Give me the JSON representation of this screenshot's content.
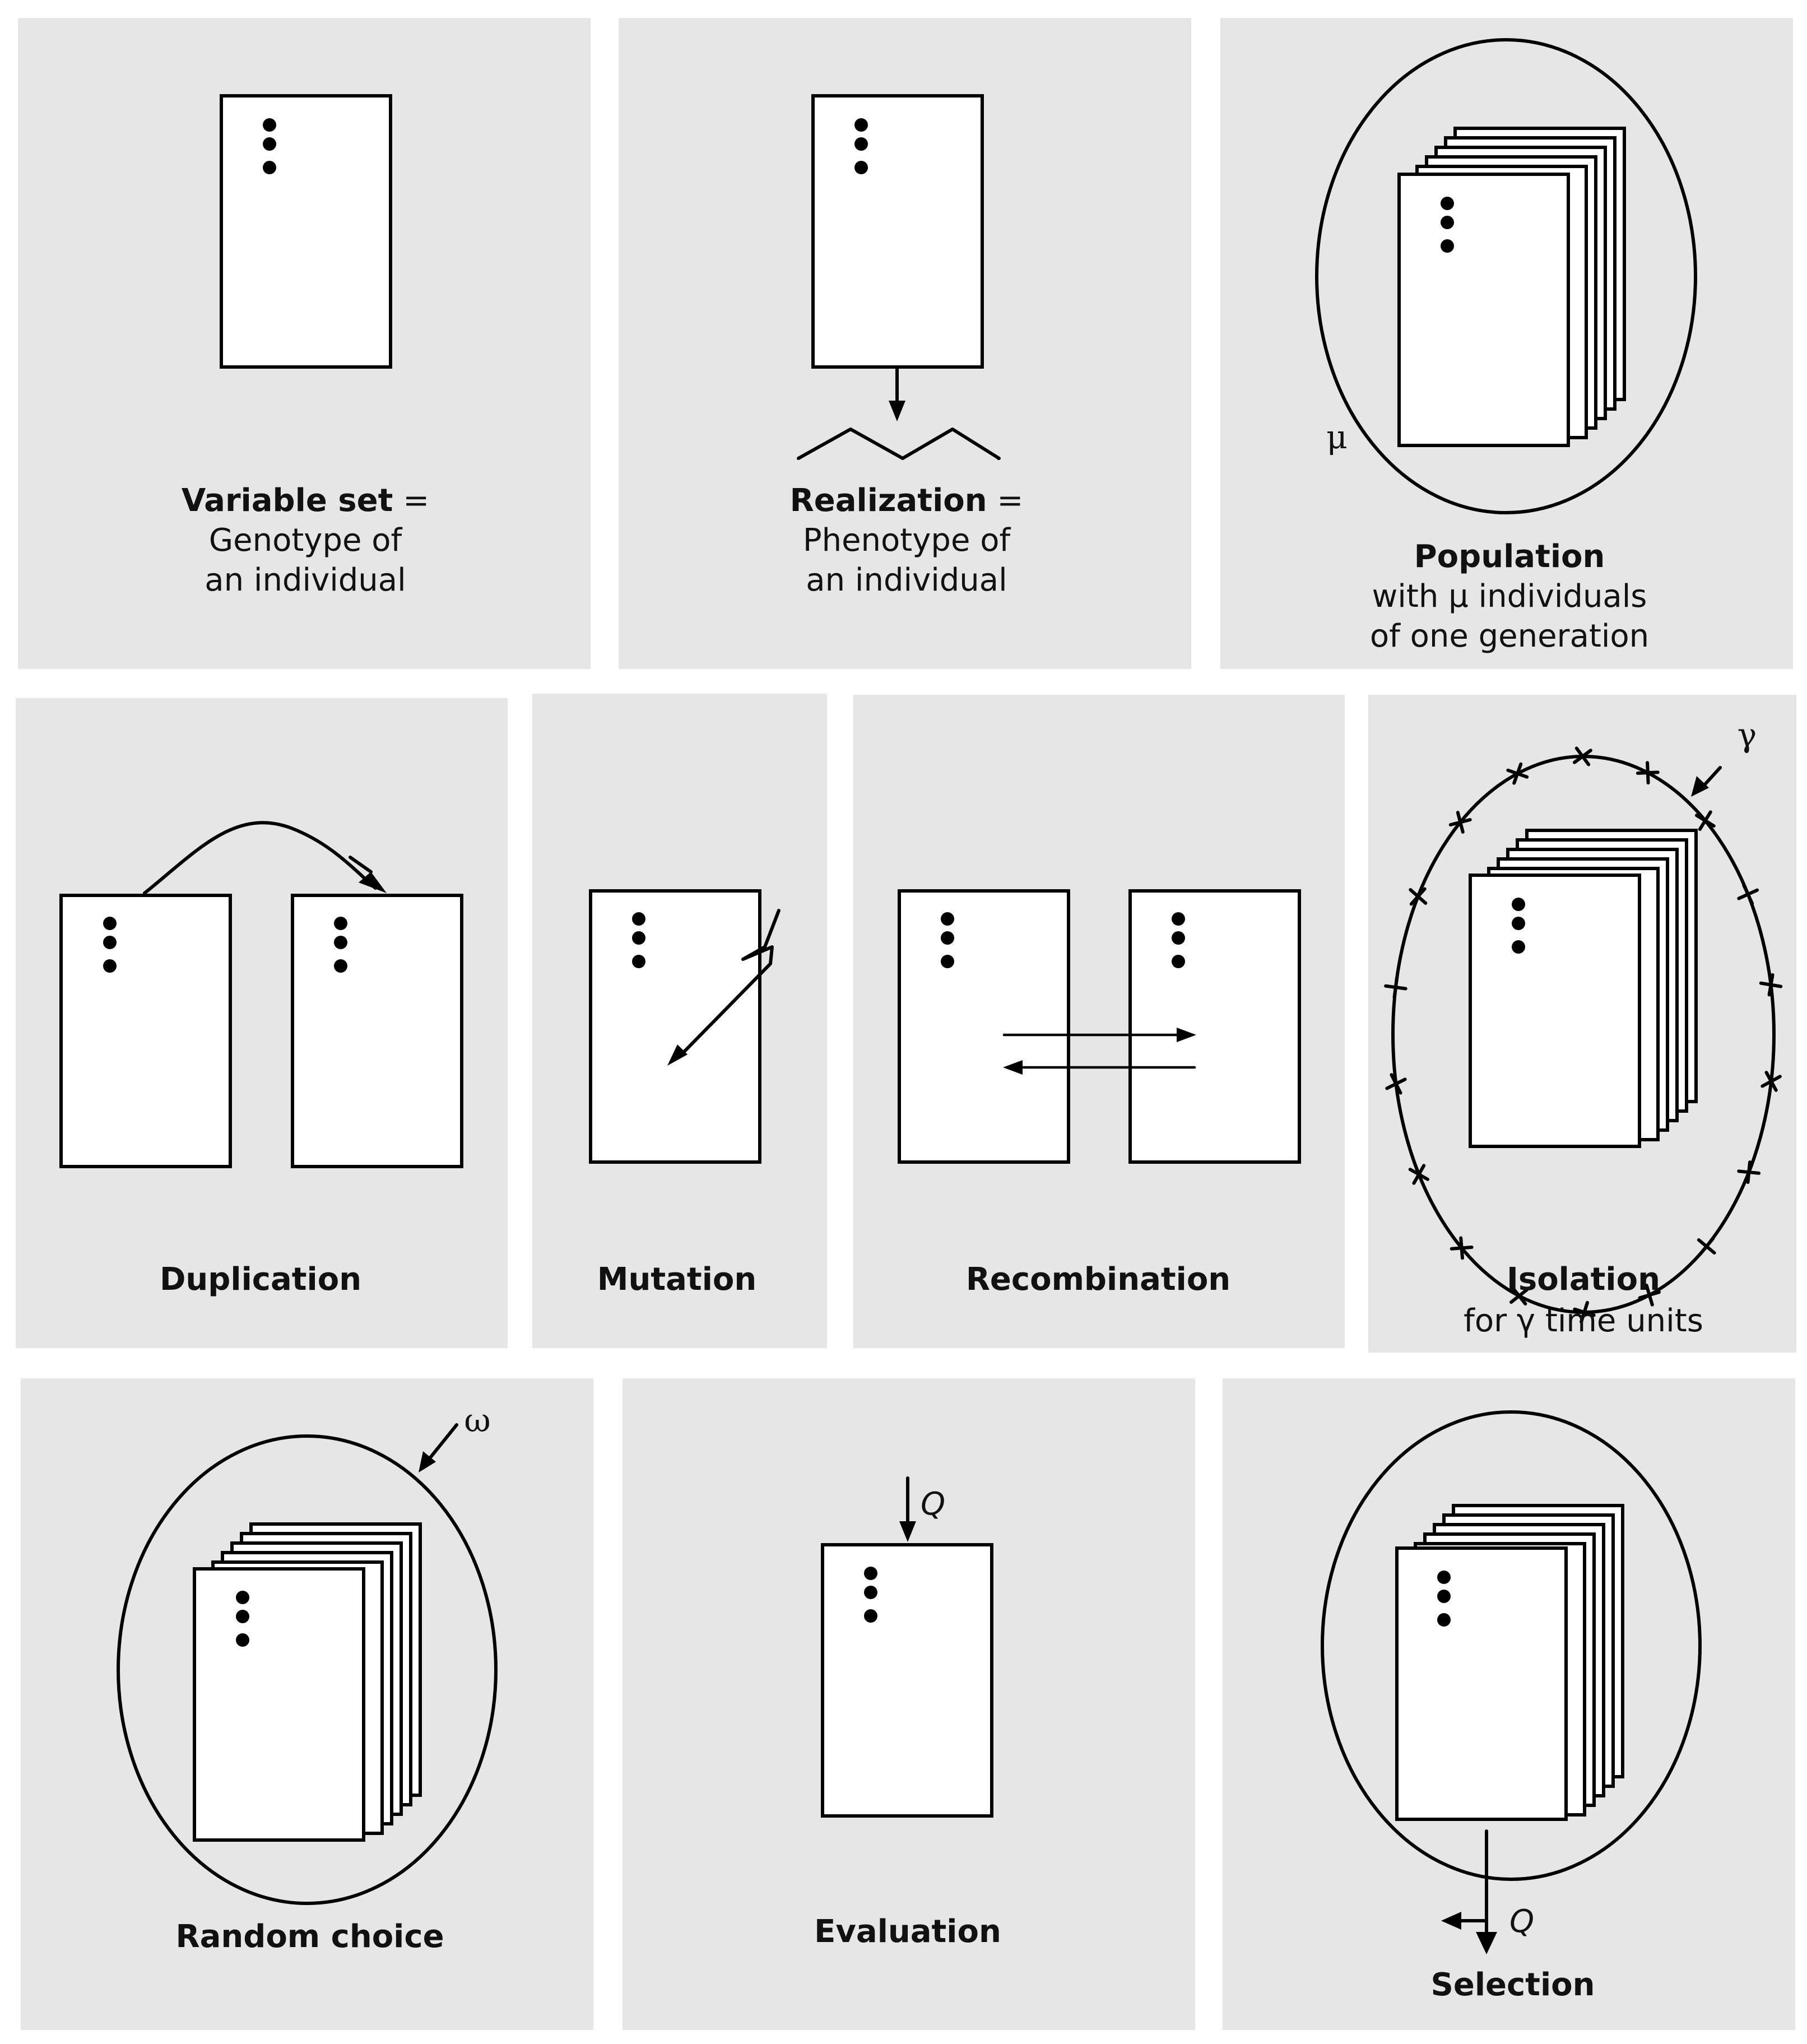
{
  "panels": {
    "variable_set": {
      "title": "Variable set",
      "suffix": " =",
      "line2": "Genotype of",
      "line3": "an individual"
    },
    "realization": {
      "title": "Realization",
      "suffix": " =",
      "line2": "Phenotype of",
      "line3": "an individual"
    },
    "population": {
      "title": "Population",
      "line2": "with μ individuals",
      "line3": "of one generation",
      "symbol": "μ"
    },
    "duplication": {
      "title": "Duplication"
    },
    "mutation": {
      "title": "Mutation"
    },
    "recombination": {
      "title": "Recombination"
    },
    "isolation": {
      "title": "Isolation",
      "line2": "for γ time units",
      "symbol": "γ"
    },
    "random_choice": {
      "title": "Random choice",
      "symbol": "ω"
    },
    "evaluation": {
      "title": "Evaluation",
      "symbol": "Q"
    },
    "selection": {
      "title": "Selection",
      "symbol": "Q"
    }
  }
}
